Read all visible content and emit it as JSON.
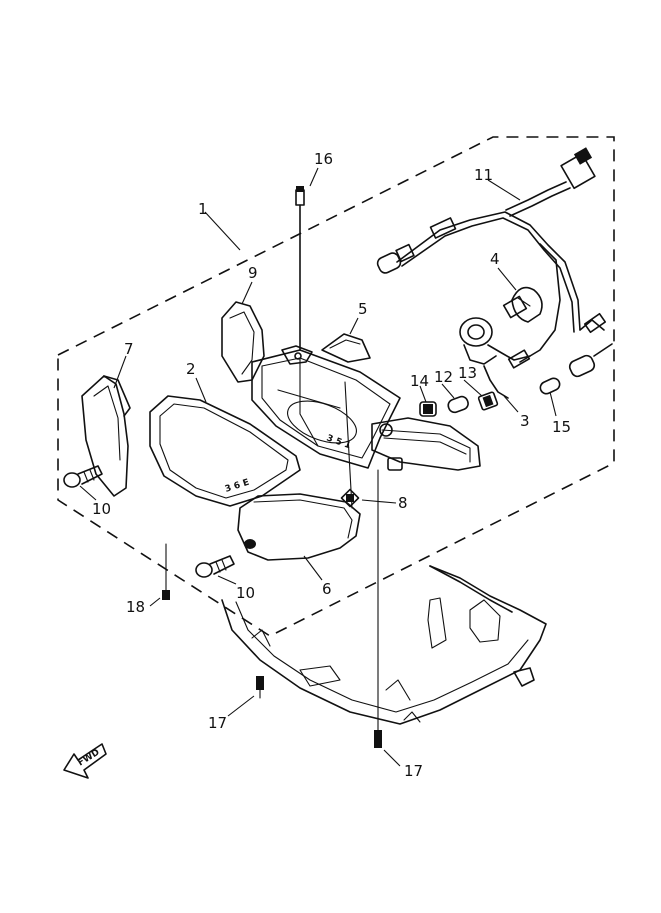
{
  "callouts": {
    "c1": "1",
    "c2": "2",
    "c3": "3",
    "c4": "4",
    "c5": "5",
    "c6": "6",
    "c7": "7",
    "c8": "8",
    "c9": "9",
    "c10a": "10",
    "c10b": "10",
    "c11": "11",
    "c12": "12",
    "c13": "13",
    "c14": "14",
    "c15": "15",
    "c16": "16",
    "c17a": "17",
    "c17b": "17",
    "c18": "18"
  },
  "fwd_badge": "FWD"
}
